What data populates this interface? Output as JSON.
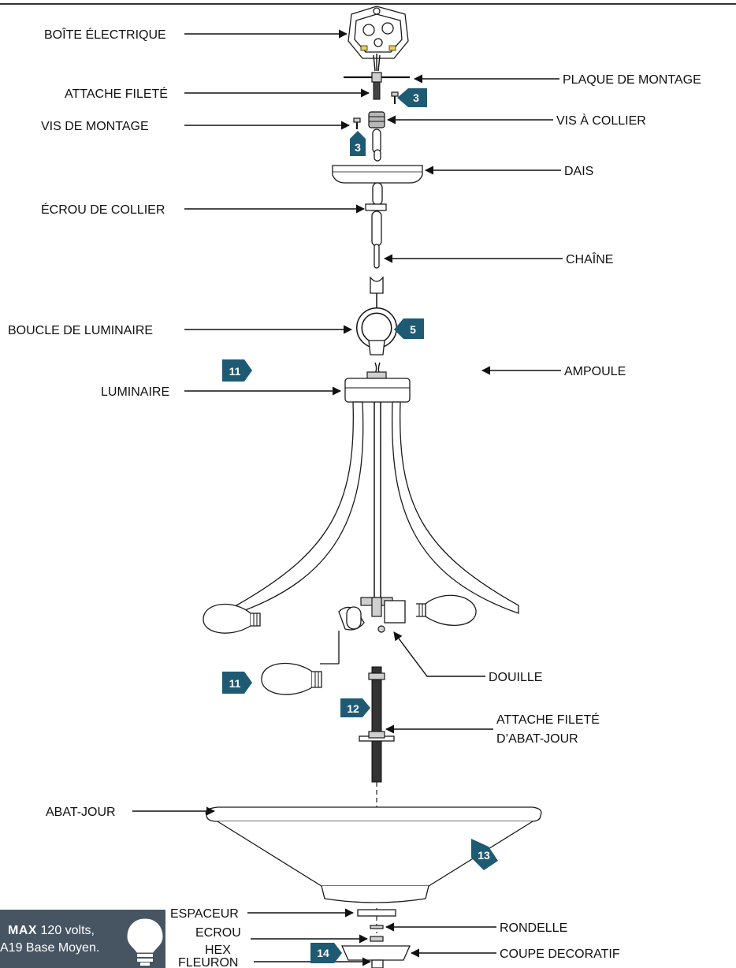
{
  "labels": {
    "boite_electrique": "BOÎTE ÉLECTRIQUE",
    "plaque_de_montage": "PLAQUE DE MONTAGE",
    "attache_filete": "ATTACHE FILETÉ",
    "vis_de_montage": "VIS DE MONTAGE",
    "vis_a_collier": "VIS À COLLIER",
    "dais": "DAIS",
    "ecrou_de_collier": "ÉCROU DE COLLIER",
    "chaine": "CHAÎNE",
    "boucle_de_luminaire": "BOUCLE DE LUMINAIRE",
    "luminaire": "LUMINAIRE",
    "ampoule": "AMPOULE",
    "douille": "DOUILLE",
    "attache_filete_abat_jour_1": "ATTACHE FILETÉ",
    "attache_filete_abat_jour_2": "D’ABAT-JOUR",
    "abat_jour": "ABAT-JOUR",
    "espaceur": "ESPACEUR",
    "rondelle": "RONDELLE",
    "ecrou_hex_1": "ECROU",
    "ecrou_hex_2": "HEX",
    "coupe_decoratif": "COUPE DECORATIF",
    "fleuron": "FLEURON"
  },
  "steps": {
    "plaque": "3",
    "vis": "3",
    "boucle": "5",
    "ampoule_a": "11",
    "ampoule_b": "11",
    "attache": "12",
    "abat_jour": "13",
    "coupe": "14"
  },
  "bulb_note": {
    "max": "MAX",
    "line1_rest": "120 volts,",
    "line2": "A19 Base Moyen."
  },
  "colors": {
    "badge": "#1f5a73",
    "note_box": "#475562",
    "line": "#111111"
  }
}
